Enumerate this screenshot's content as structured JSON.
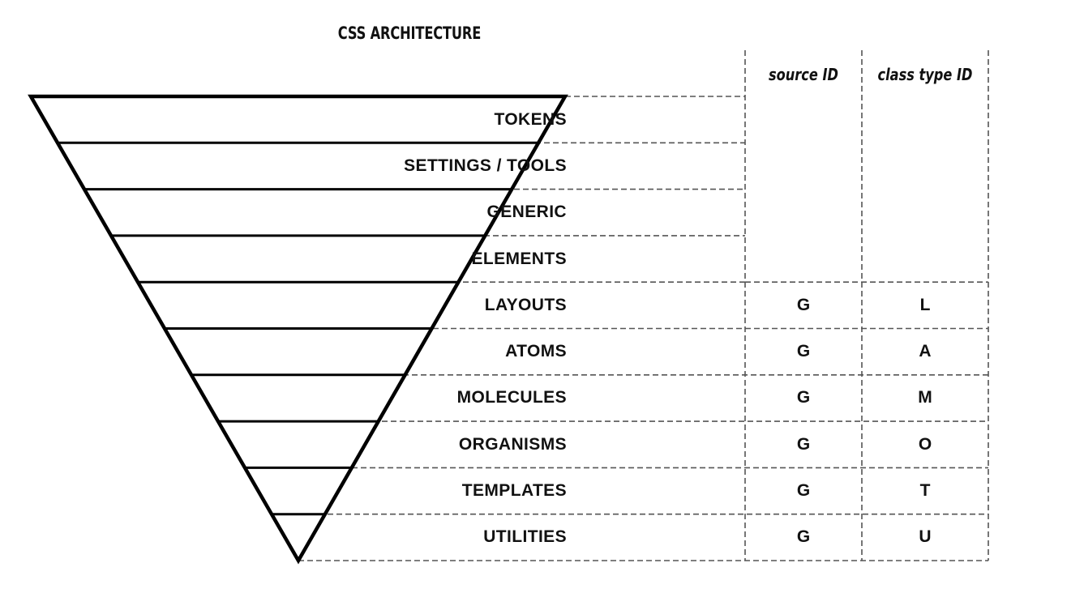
{
  "title": "CSS ARCHITECTURE",
  "colors": {
    "stroke": "#000000",
    "dashed": "#555555",
    "text": "#111111",
    "background": "#ffffff"
  },
  "table": {
    "columns": [
      {
        "key": "layer",
        "label": ""
      },
      {
        "key": "source_id",
        "label": "source ID"
      },
      {
        "key": "class_type_id",
        "label": "class type ID"
      }
    ],
    "rows": [
      {
        "layer": "TOKENS",
        "source_id": "",
        "class_type_id": ""
      },
      {
        "layer": "SETTINGS / TOOLS",
        "source_id": "",
        "class_type_id": ""
      },
      {
        "layer": "GENERIC",
        "source_id": "",
        "class_type_id": ""
      },
      {
        "layer": "ELEMENTS",
        "source_id": "",
        "class_type_id": ""
      },
      {
        "layer": "LAYOUTS",
        "source_id": "G",
        "class_type_id": "L"
      },
      {
        "layer": "ATOMS",
        "source_id": "G",
        "class_type_id": "A"
      },
      {
        "layer": "MOLECULES",
        "source_id": "G",
        "class_type_id": "M"
      },
      {
        "layer": "ORGANISMS",
        "source_id": "G",
        "class_type_id": "O"
      },
      {
        "layer": "TEMPLATES",
        "source_id": "G",
        "class_type_id": "T"
      },
      {
        "layer": "UTILITIES",
        "source_id": "G",
        "class_type_id": "U"
      }
    ]
  },
  "funnel": {
    "shape": "inverted-triangle",
    "description": "Inverted triangle divided into 10 horizontal bands, one per layer; width narrows from top to apex.",
    "apex_label": "",
    "bands": 10
  }
}
